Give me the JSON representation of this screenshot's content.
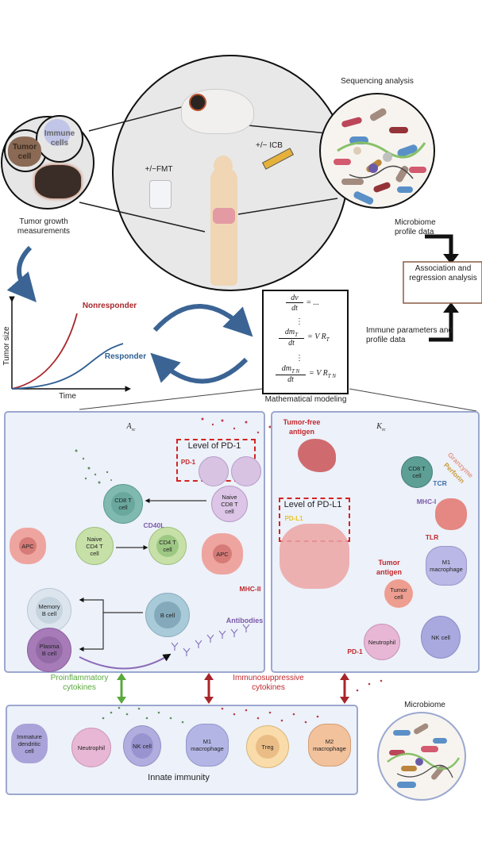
{
  "top": {
    "tumor_circle": {
      "tumor_cell": "Tumor cell",
      "immune_cells": "Immune cells"
    },
    "tumor_growth": "Tumor growth measurements",
    "fmt": "+/−FMT",
    "icb": "+/− ICB",
    "sequencing": "Sequencing analysis",
    "microbiome_profile": "Microbiome profile data",
    "association": "Association and regression analysis",
    "immune_params": "Immune parameters and profile data"
  },
  "growth_plot": {
    "ylabel": "Tumor size",
    "xlabel": "Time",
    "nonresponder": "Nonresponder",
    "responder": "Responder",
    "colors": {
      "nonresponder": "#a8262a",
      "responder": "#2f5f93"
    }
  },
  "math": {
    "eq1_num": "dv",
    "eq1_den": "dt",
    "eq1_rhs": "= ...",
    "vdots": "⋮",
    "eq2_num": "dm",
    "eq2_num_sub": "T",
    "eq2_den": "dt",
    "eq2_rhs": "= V R",
    "eq2_rhs_sub": "T",
    "eq3_num": "dm",
    "eq3_num_sub": "T N",
    "eq3_den": "dt",
    "eq3_rhs": "= V R",
    "eq3_rhs_sub": "T N",
    "caption": "Mathematical modeling"
  },
  "left_panel": {
    "title": "A",
    "title_sub": "rc",
    "pd1_box": "Level of PD-1",
    "pd1": "PD-1",
    "naive_cd8": "Naive CD8 T cell",
    "cd8": "CD8 T cell",
    "cd40l": "CD40L",
    "apc1": "APC",
    "naive_cd4": "Naive CD4 T cell",
    "cd4": "CD4 T cell",
    "apc2": "APC",
    "mhc2": "MHC-II",
    "memory_b": "Memory B cell",
    "plasma_b": "Plasma B cell",
    "b_cell": "B cell",
    "antibodies": "Antibodies"
  },
  "right_panel": {
    "title": "K",
    "title_sub": "rc",
    "tumor_free": "Tumor-free antigen",
    "pdl1_box": "Level of PD-L1",
    "pdl1": "PD-L1",
    "cd8": "CD8 T cell",
    "granzyme": "Granzyme",
    "perforin": "Perforin",
    "tcr": "TCR",
    "mhc1": "MHC-I",
    "tlr": "TLR",
    "tumor_antigen": "Tumor antigen",
    "tumor_cell": "Tumor cell",
    "m1": "M1 macrophage",
    "nk": "NK cell",
    "neutrophil": "Neutrophil",
    "pd1": "PD-1"
  },
  "middle": {
    "proinflammatory": "Proinflammatory cytokines",
    "immunosuppressive": "Immunosuppressive cytokines"
  },
  "innate": {
    "title": "Innate immunity",
    "cells": [
      "Immature dendritic cell",
      "Neutrophil",
      "NK cell",
      "M1 macrophage",
      "Treg",
      "M2 macrophage"
    ]
  },
  "microbiome": {
    "label": "Microbiome"
  },
  "colors": {
    "panel_bg": "#edf1f9",
    "panel_border": "#9ba8cf",
    "red": "#c0282d",
    "green": "#5aa83e",
    "blue_arrow": "#3b6494",
    "box_border": "#8b5a44"
  }
}
